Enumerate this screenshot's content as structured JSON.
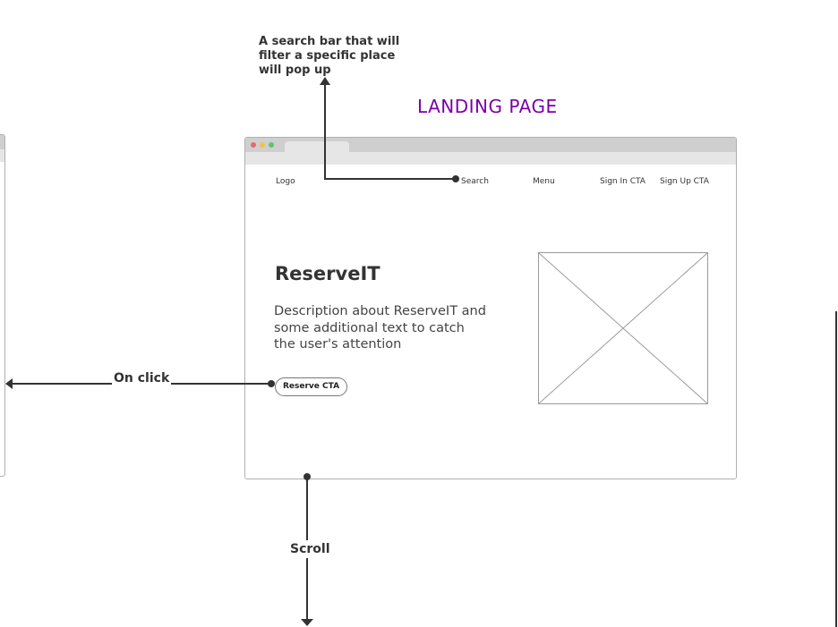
{
  "diagram": {
    "title": "LANDING PAGE",
    "search_note": "A search bar that will filter a specific place will pop up",
    "on_click_label": "On click",
    "scroll_label": "Scroll"
  },
  "nav": {
    "logo": "Logo",
    "search": "Search",
    "menu": "Menu",
    "sign_in": "Sign In CTA",
    "sign_up": "Sign Up CTA"
  },
  "hero": {
    "title": "ReserveIT",
    "description": "Description about ReserveIT and some additional text to catch the user's attention",
    "cta": "Reserve CTA"
  },
  "colors": {
    "title_accent": "#7b00a8",
    "dot_red": "#e46b6b",
    "dot_yellow": "#f2c14e",
    "dot_green": "#5ec46b"
  }
}
